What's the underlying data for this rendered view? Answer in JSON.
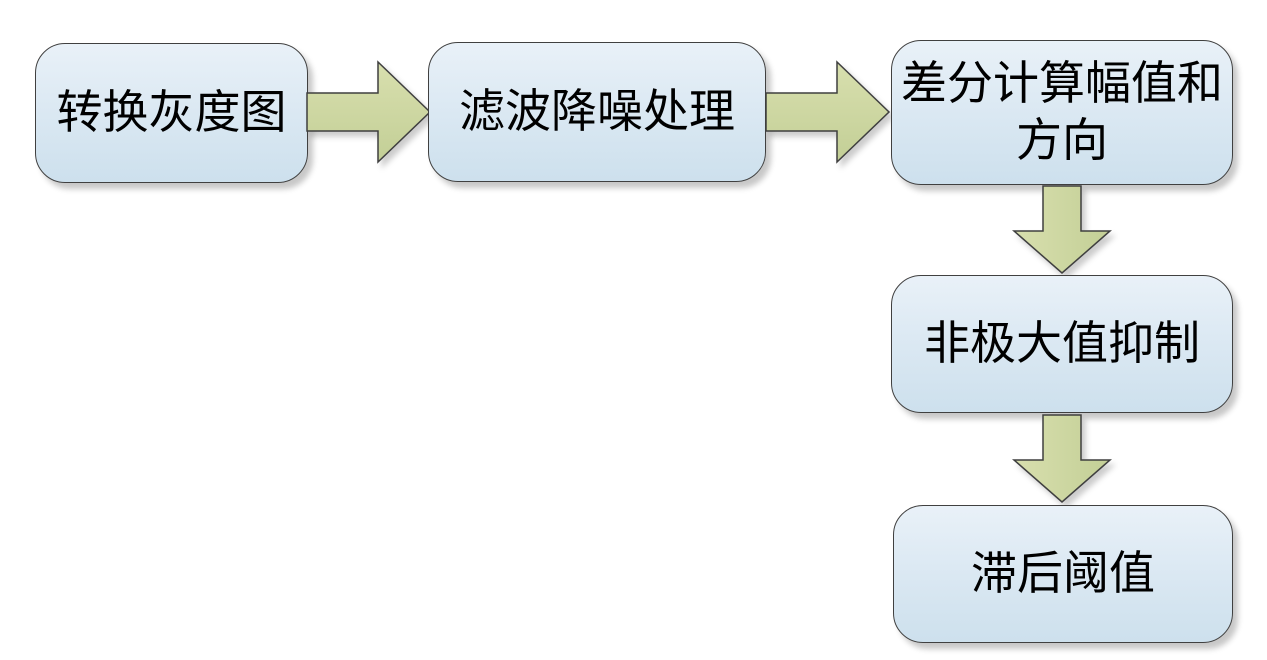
{
  "flowchart": {
    "nodes": [
      {
        "label": "转换灰度图"
      },
      {
        "label": "滤波降噪处理"
      },
      {
        "label": "差分计算幅值和方向",
        "line1": "差分计算幅值和",
        "line2": "方向"
      },
      {
        "label": "非极大值抑制"
      },
      {
        "label": "滞后阈值"
      }
    ]
  },
  "colors": {
    "background": "#ffffff",
    "text": "#000000",
    "node-fill-top": "#e9f1f8",
    "node-fill-mid": "#dce9f3",
    "node-fill-bottom": "#cde0ed",
    "node-border": "#404040",
    "arrow-fill-light": "#d8dfae",
    "arrow-fill-dark": "#c3cf96",
    "arrow-border": "#3f3f3f"
  }
}
